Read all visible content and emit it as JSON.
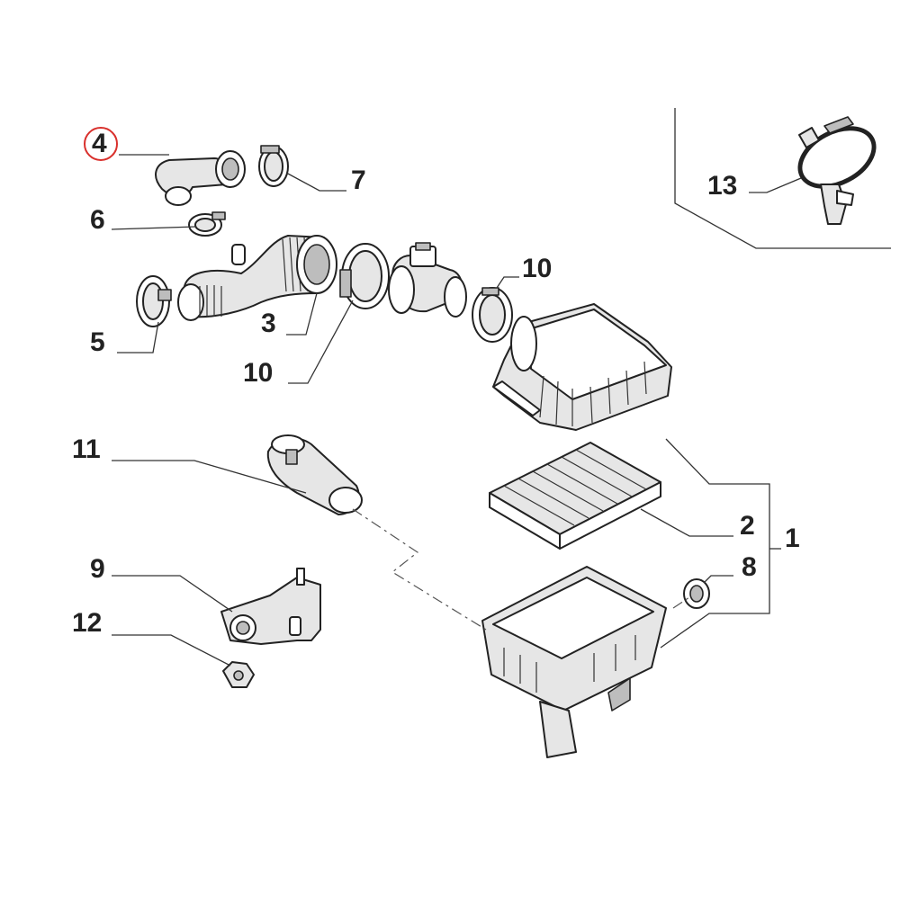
{
  "callouts": [
    {
      "id": "c4",
      "text": "4"
    },
    {
      "id": "c7",
      "text": "7"
    },
    {
      "id": "c6",
      "text": "6"
    },
    {
      "id": "c3",
      "text": "3"
    },
    {
      "id": "c10a",
      "text": "10"
    },
    {
      "id": "c10b",
      "text": "10"
    },
    {
      "id": "c5",
      "text": "5"
    },
    {
      "id": "c13",
      "text": "13"
    },
    {
      "id": "c11",
      "text": "11"
    },
    {
      "id": "c2",
      "text": "2"
    },
    {
      "id": "c1",
      "text": "1"
    },
    {
      "id": "c8",
      "text": "8"
    },
    {
      "id": "c9",
      "text": "9"
    },
    {
      "id": "c12",
      "text": "12"
    }
  ],
  "highlight": {
    "callout": "4",
    "color": "#d9302c"
  }
}
